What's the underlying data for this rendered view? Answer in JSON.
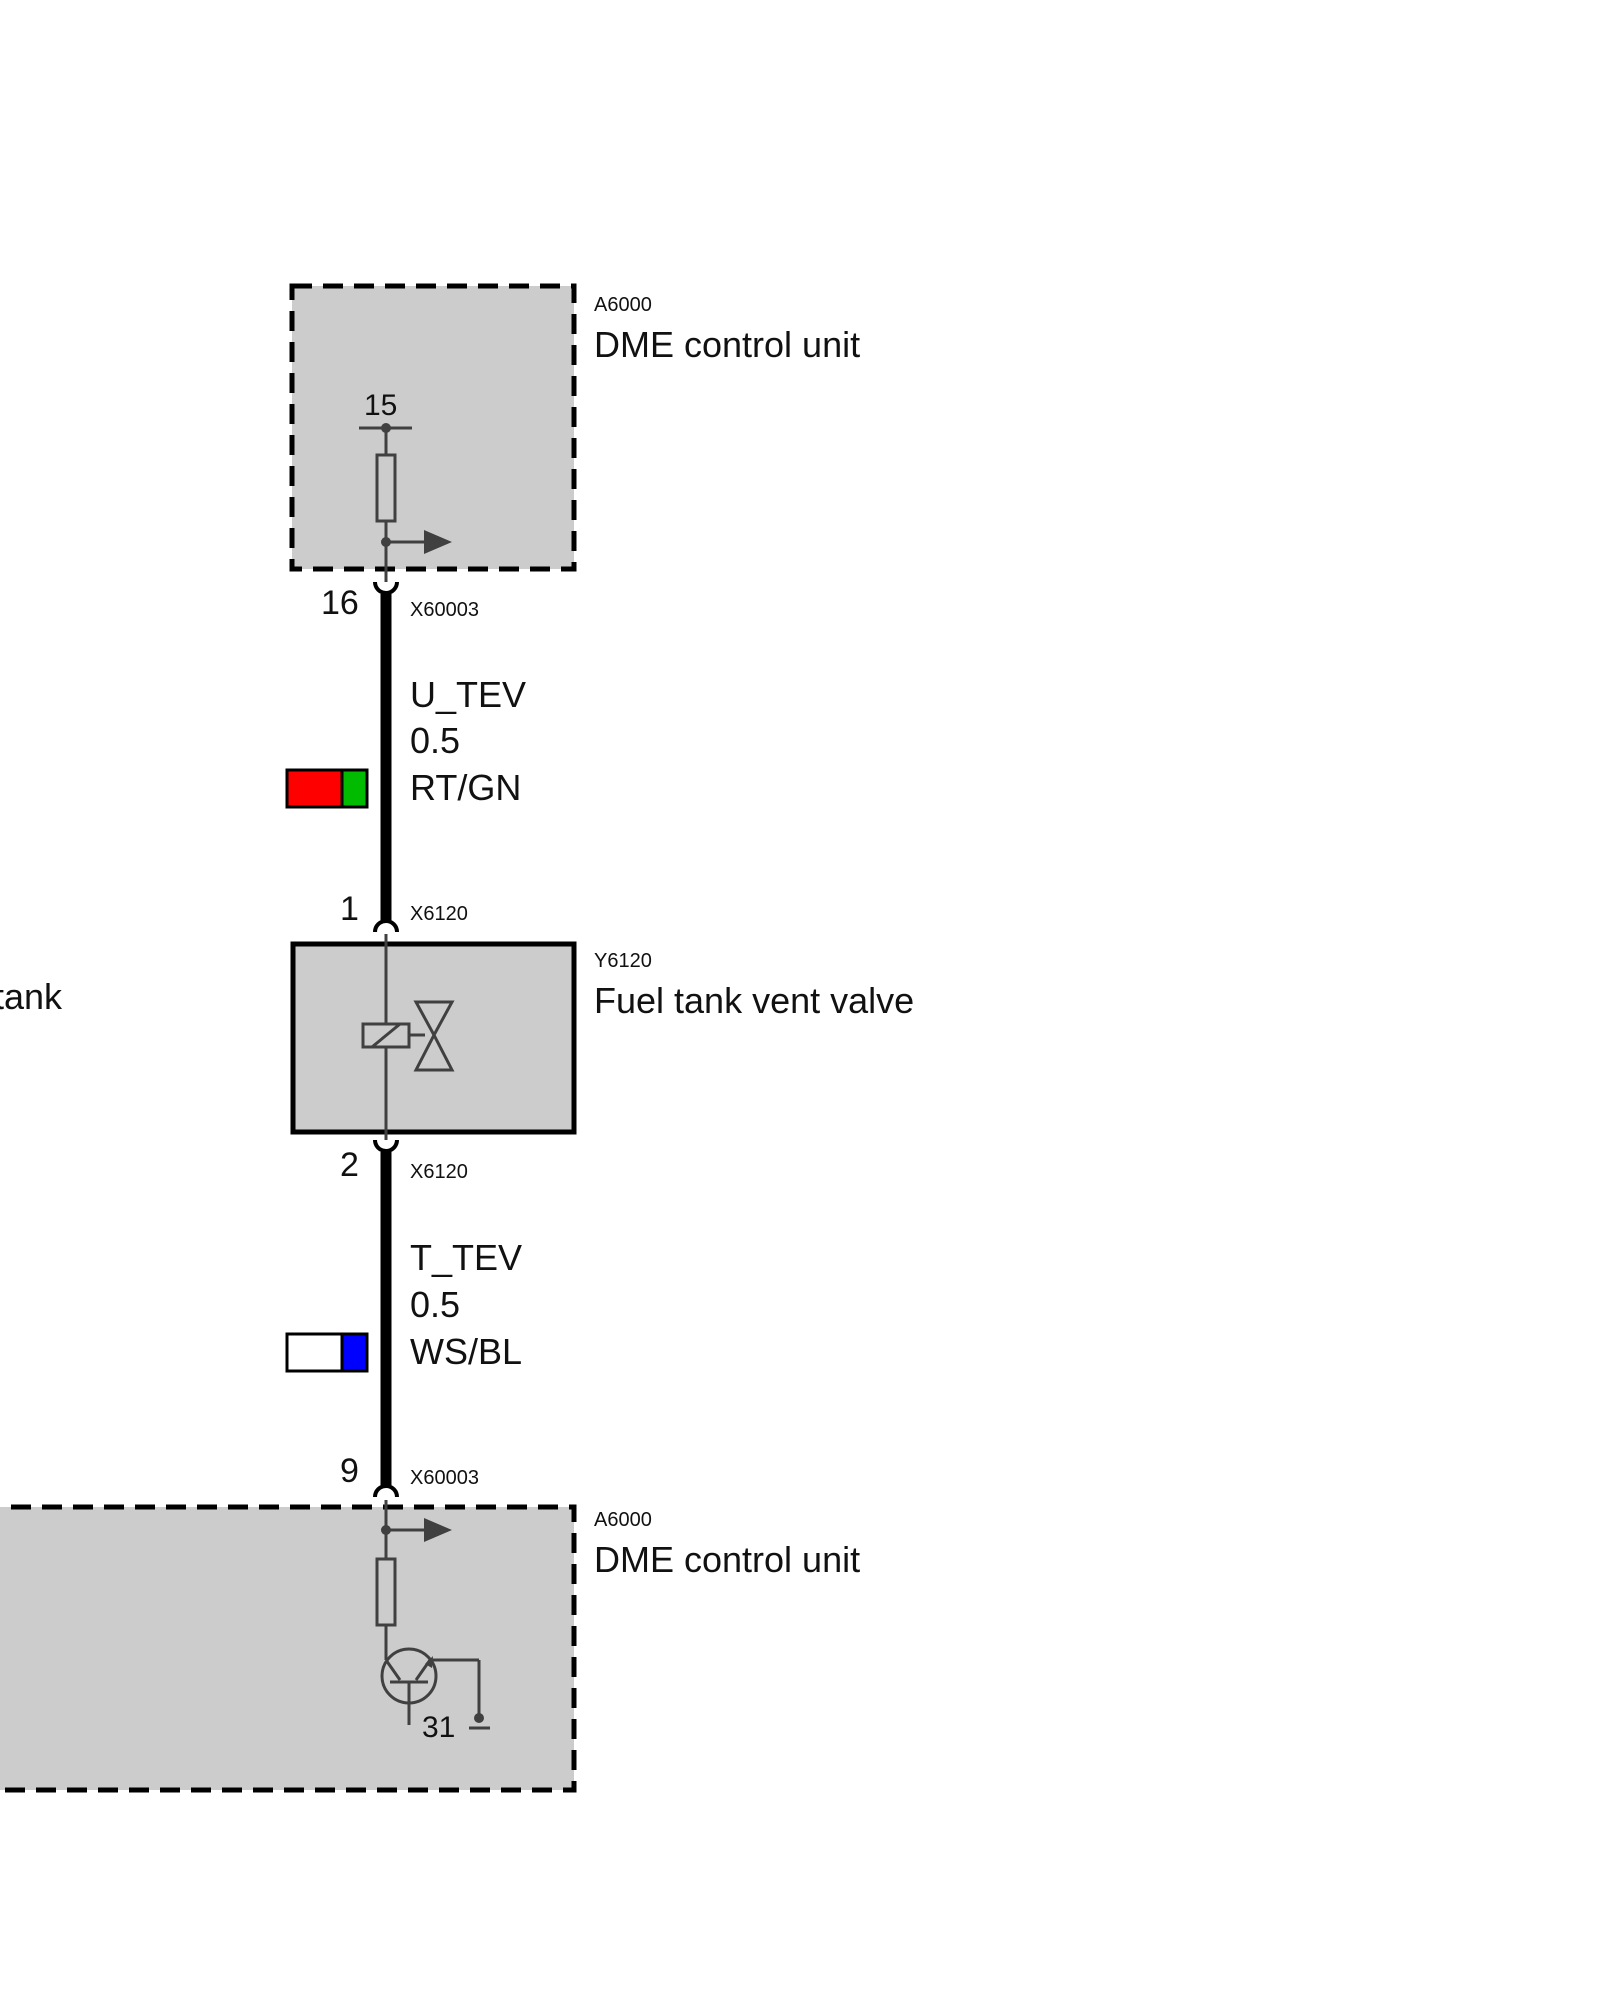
{
  "colors": {
    "box_fill": "#cccccc",
    "wire": "#000000",
    "symbol": "#404040",
    "red": "#ff0000",
    "green": "#00bb00",
    "white": "#ffffff",
    "blue": "#0000ff"
  },
  "components": {
    "dme_top": {
      "id": "A6000",
      "name": "DME control unit",
      "terminal": "15"
    },
    "valve": {
      "id": "Y6120",
      "name": "Fuel tank vent valve"
    },
    "dme_bottom": {
      "id": "A6000",
      "name": "DME control unit",
      "terminal": "31"
    },
    "cut_off_label": "tank"
  },
  "connectors": {
    "c1": {
      "pin": "16",
      "name": "X60003"
    },
    "c2": {
      "pin": "1",
      "name": "X6120"
    },
    "c3": {
      "pin": "2",
      "name": "X6120"
    },
    "c4": {
      "pin": "9",
      "name": "X60003"
    }
  },
  "wires": {
    "w1": {
      "signal": "U_TEV",
      "size": "0.5",
      "color": "RT/GN"
    },
    "w2": {
      "signal": "T_TEV",
      "size": "0.5",
      "color": "WS/BL"
    }
  }
}
